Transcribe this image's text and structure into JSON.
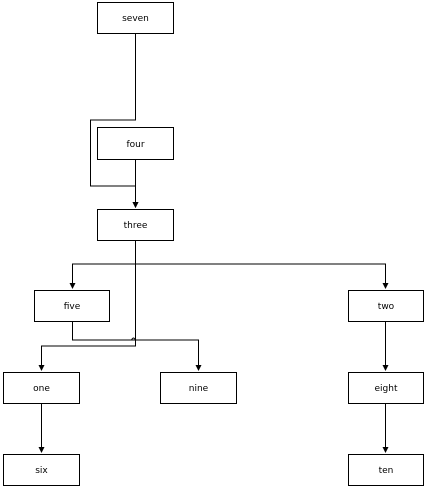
{
  "nodes": {
    "seven": "seven",
    "four": "four",
    "three": "three",
    "five": "five",
    "two": "two",
    "one": "one",
    "nine": "nine",
    "eight": "eight",
    "six": "six",
    "ten": "ten"
  },
  "edges": [
    {
      "from": "seven",
      "to": "three"
    },
    {
      "from": "four",
      "to": "three"
    },
    {
      "from": "three",
      "to": "five"
    },
    {
      "from": "three",
      "to": "two"
    },
    {
      "from": "three",
      "to": "one"
    },
    {
      "from": "five",
      "to": "nine"
    },
    {
      "from": "one",
      "to": "six"
    },
    {
      "from": "two",
      "to": "eight"
    },
    {
      "from": "eight",
      "to": "ten"
    }
  ]
}
